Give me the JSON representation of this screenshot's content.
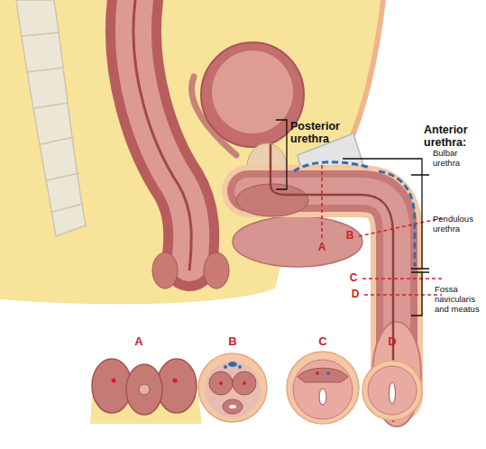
{
  "diagram": {
    "labels": [
      "Posterior urethra",
      "Anterior urethra:",
      "Bulbar urethra",
      "Pendulous urethra",
      "Fossa navicularis and meatus",
      "A",
      "B",
      "C",
      "D",
      "A",
      "B",
      "C",
      "D"
    ]
  }
}
